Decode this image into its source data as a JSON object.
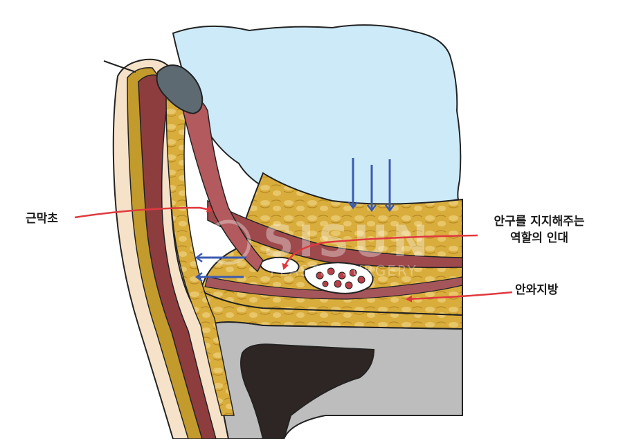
{
  "labels": {
    "fascia": "근막초",
    "ligament_line1": "안구를 지지해주는",
    "ligament_line2": "역할의 인대",
    "orbital_fat": "안와지방"
  },
  "watermark": {
    "brand": "SISUN",
    "sub": "PLASTIC SURGERY"
  },
  "colors": {
    "eyeball": "#cdeaf9",
    "fat": "#d9ad3c",
    "muscle": "#8e3d3f",
    "tarsus": "#5e6a72",
    "bone": "#bdbdbd",
    "cavity": "#2e2624",
    "arrow_red": "#e0393e",
    "arrow_blue": "#3b5bb0"
  }
}
